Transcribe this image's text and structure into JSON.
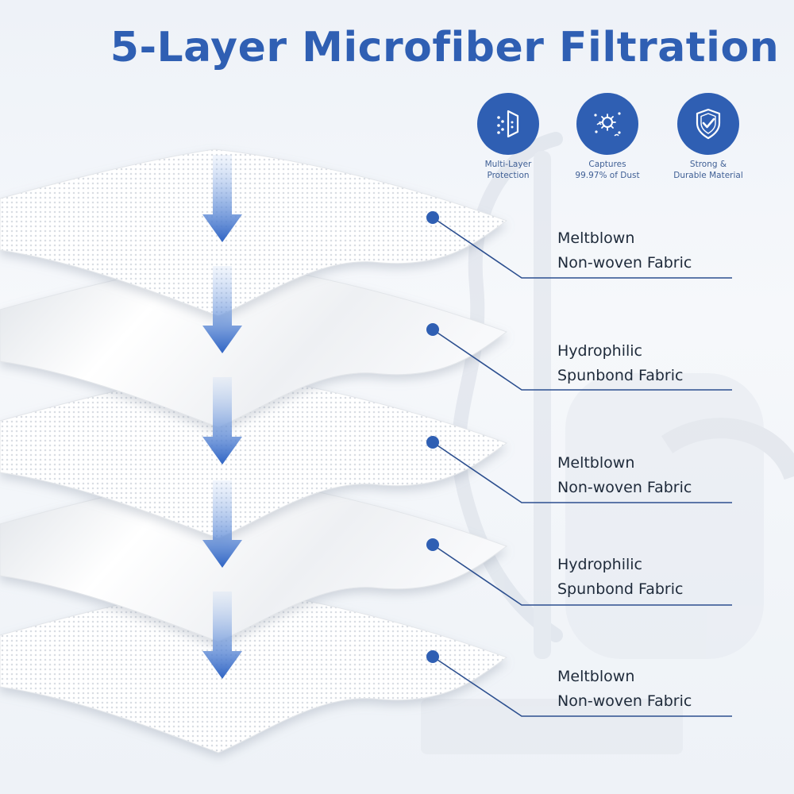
{
  "title": "5-Layer Microfiber Filtration",
  "badges": [
    {
      "icon": "multi-layer-protection-icon",
      "line1": "Multi-Layer",
      "line2": "Protection"
    },
    {
      "icon": "dust-capture-icon",
      "line1": "Captures",
      "line2": "99.97% of Dust"
    },
    {
      "icon": "shield-check-icon",
      "line1": "Strong &",
      "line2": "Durable Material"
    }
  ],
  "layers": [
    {
      "line1": "Meltblown",
      "line2": "Non-woven Fabric"
    },
    {
      "line1": "Hydrophilic",
      "line2": "Spunbond Fabric"
    },
    {
      "line1": "Meltblown",
      "line2": "Non-woven Fabric"
    },
    {
      "line1": "Hydrophilic",
      "line2": "Spunbond Fabric"
    },
    {
      "line1": "Meltblown",
      "line2": "Non-woven Fabric"
    }
  ],
  "colors": {
    "accent": "#2f5fb3",
    "leader_line": "#2c4f8f",
    "label_text": "#1e2a3a"
  }
}
